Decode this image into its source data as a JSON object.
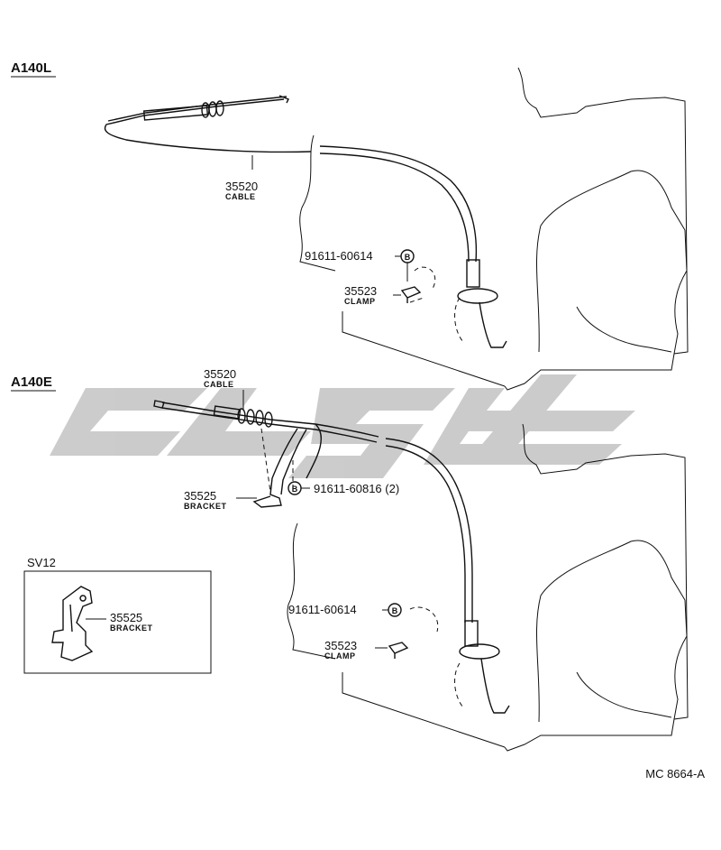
{
  "sections": {
    "a140l": "A140L",
    "a140e": "A140E",
    "sv12": "SV12"
  },
  "parts": {
    "cable_top": {
      "number": "35520",
      "name": "CABLE"
    },
    "bolt_top": {
      "number": "91611-60614"
    },
    "clamp_top": {
      "number": "35523",
      "name": "CLAMP"
    },
    "cable_mid": {
      "number": "35520",
      "name": "CABLE"
    },
    "bracket_mid": {
      "number": "35525",
      "name": "BRACKET"
    },
    "bolt_mid": {
      "number": "91611-60816 (2)"
    },
    "bolt_low": {
      "number": "91611-60614"
    },
    "clamp_low": {
      "number": "35523",
      "name": "CLAMP"
    },
    "bracket_sv": {
      "number": "35525",
      "name": "BRACKET"
    }
  },
  "bolt_marker": "B",
  "figure_code": "MC 8664-A",
  "watermark_color": "#c9c9c9"
}
